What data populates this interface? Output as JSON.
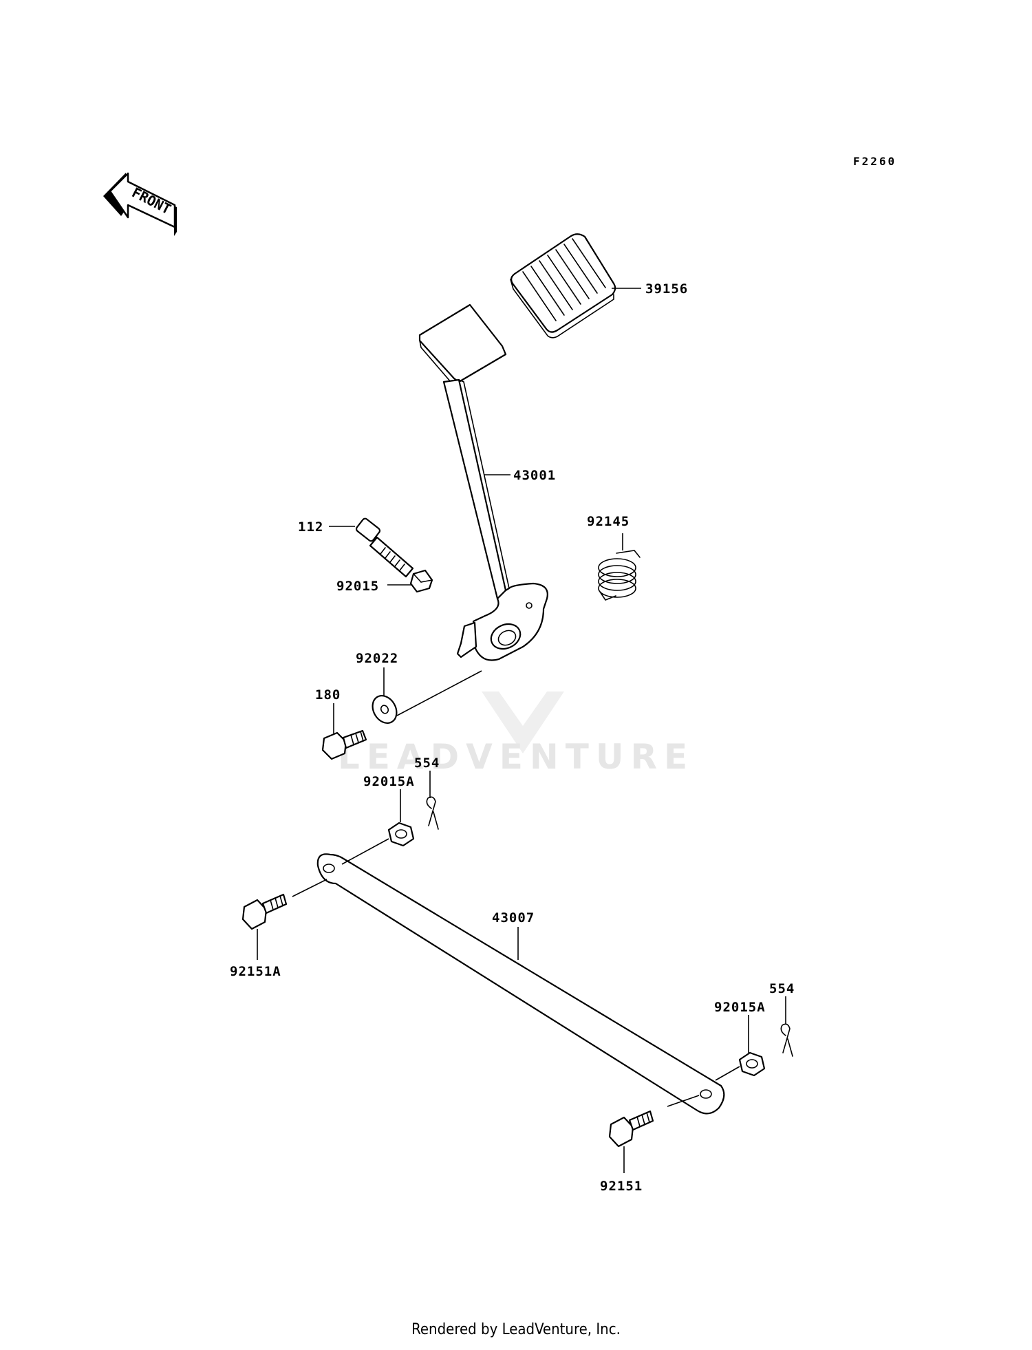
{
  "diagram_code": "F2260",
  "front_marker": "FRONT",
  "watermark": "LEADVENTURE",
  "footer": "Rendered by LeadVenture, Inc.",
  "parts": [
    {
      "id": "39156",
      "label": "39156"
    },
    {
      "id": "43001",
      "label": "43001"
    },
    {
      "id": "92145",
      "label": "92145"
    },
    {
      "id": "112",
      "label": "112"
    },
    {
      "id": "92015",
      "label": "92015"
    },
    {
      "id": "92022",
      "label": "92022"
    },
    {
      "id": "180",
      "label": "180"
    },
    {
      "id": "554-left",
      "label": "554"
    },
    {
      "id": "92015A-left",
      "label": "92015A"
    },
    {
      "id": "43007",
      "label": "43007"
    },
    {
      "id": "92151A",
      "label": "92151A"
    },
    {
      "id": "554-right",
      "label": "554"
    },
    {
      "id": "92015A-right",
      "label": "92015A"
    },
    {
      "id": "92151",
      "label": "92151"
    }
  ]
}
